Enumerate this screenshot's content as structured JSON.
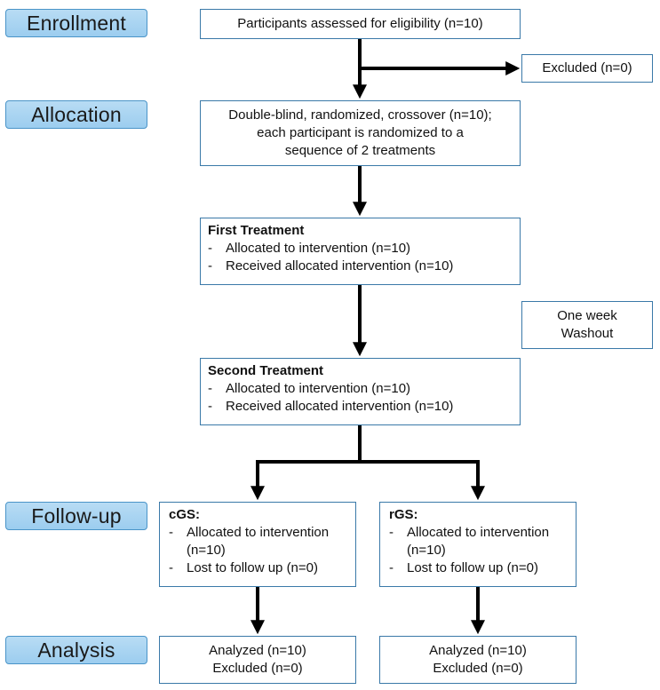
{
  "stages": {
    "enrollment": "Enrollment",
    "allocation": "Allocation",
    "follow_up": "Follow-up",
    "analysis": "Analysis"
  },
  "enrollment_box": {
    "text": "Participants assessed for eligibility (n=10)"
  },
  "excluded_box": {
    "text": "Excluded (n=0)"
  },
  "allocation_box": {
    "lines": [
      "Double-blind, randomized, crossover (n=10);",
      "each participant is randomized to a",
      "sequence of 2 treatments"
    ]
  },
  "first_treatment": {
    "title": "First Treatment",
    "items": [
      "Allocated to intervention (n=10)",
      "Received allocated intervention (n=10)"
    ]
  },
  "washout_box": {
    "lines": [
      "One week",
      "Washout"
    ]
  },
  "second_treatment": {
    "title": "Second Treatment",
    "items": [
      "Allocated to intervention (n=10)",
      "Received allocated intervention (n=10)"
    ]
  },
  "cgs_box": {
    "title": "cGS:",
    "items": [
      "Allocated to intervention (n=10)",
      "Lost to follow up (n=0)"
    ]
  },
  "rgs_box": {
    "title": "rGS:",
    "items": [
      "Allocated to intervention (n=10)",
      "Lost to follow up (n=0)"
    ]
  },
  "cgs_analysis": {
    "lines": [
      "Analyzed (n=10)",
      "Excluded (n=0)"
    ]
  },
  "rgs_analysis": {
    "lines": [
      "Analyzed (n=10)",
      "Excluded (n=0)"
    ]
  },
  "list_bullet": "-",
  "colors": {
    "stage_fill": "#9ccdef",
    "stage_border": "#4a94c8",
    "box_border": "#3a79a8",
    "arrow": "#000000"
  }
}
